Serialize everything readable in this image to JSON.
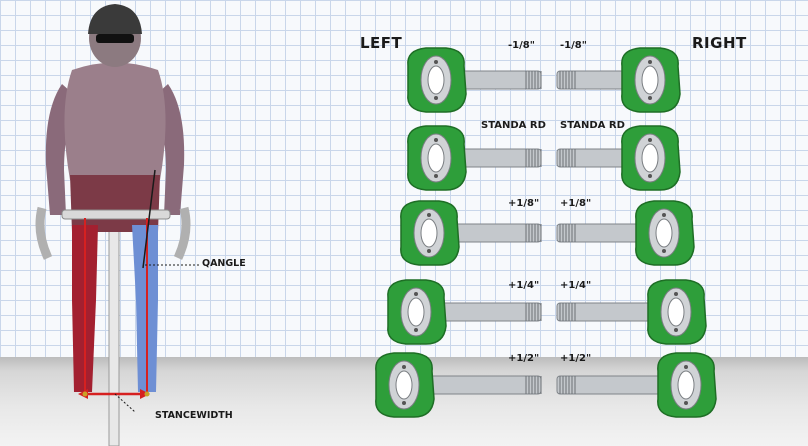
{
  "headers": {
    "left": "LEFT",
    "right": "RIGHT"
  },
  "rows": [
    {
      "left_label": "-1/8\"",
      "right_label": "-1/8\""
    },
    {
      "left_label": "STANDA RD",
      "right_label": "STANDA RD"
    },
    {
      "left_label": "+1/8\"",
      "right_label": "+1/8\""
    },
    {
      "left_label": "+1/4\"",
      "right_label": "+1/4\""
    },
    {
      "left_label": "+1/2\"",
      "right_label": "+1/2\""
    }
  ],
  "annotations": {
    "q_angle": "QANGLE",
    "stance_width": "STANCEWIDTH"
  },
  "colors": {
    "pedal_green": "#2e9e3a",
    "pedal_dark": "#1e6e25",
    "spindle": "#c4c8cc",
    "grid": "#c9d6ea",
    "measure_red": "#d62020"
  }
}
